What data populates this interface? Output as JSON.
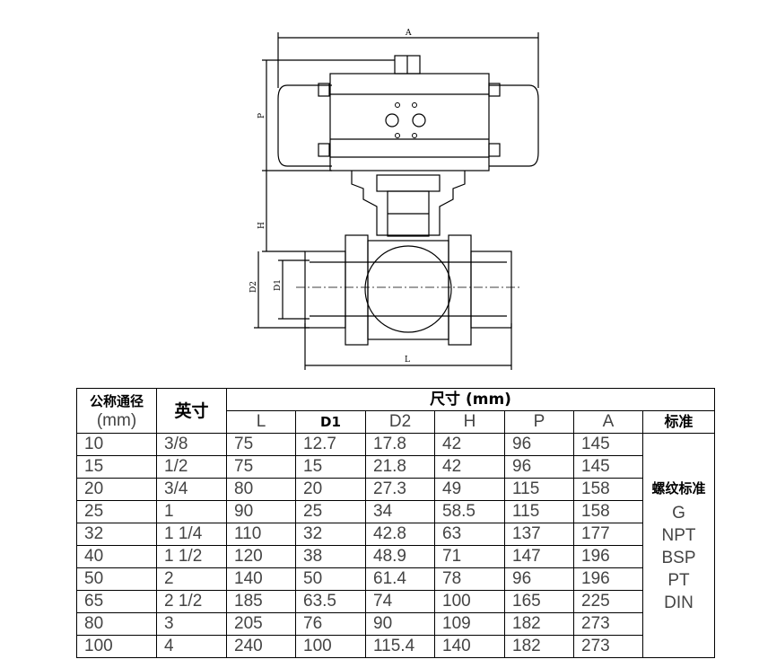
{
  "drawing": {
    "dimension_labels": {
      "A": "A",
      "P": "P",
      "H": "H",
      "D2": "D2",
      "D1": "D1",
      "L": "L"
    }
  },
  "table": {
    "header": {
      "nominal": "公称通径",
      "nominal_unit": "(mm)",
      "inch": "英寸",
      "size": "尺寸 (mm)",
      "standard": "标准",
      "columns": [
        "L",
        "D1",
        "D2",
        "H",
        "P",
        "A"
      ]
    },
    "rows": [
      {
        "dn": "10",
        "inch": "3/8",
        "L": "75",
        "D1": "12.7",
        "D2": "17.8",
        "H": "42",
        "P": "96",
        "A": "145"
      },
      {
        "dn": "15",
        "inch": "1/2",
        "L": "75",
        "D1": "15",
        "D2": "21.8",
        "H": "42",
        "P": "96",
        "A": "145"
      },
      {
        "dn": "20",
        "inch": "3/4",
        "L": "80",
        "D1": "20",
        "D2": "27.3",
        "H": "49",
        "P": "115",
        "A": "158"
      },
      {
        "dn": "25",
        "inch": "1",
        "L": "90",
        "D1": "25",
        "D2": "34",
        "H": "58.5",
        "P": "115",
        "A": "158"
      },
      {
        "dn": "32",
        "inch": "1 1/4",
        "L": "110",
        "D1": "32",
        "D2": "42.8",
        "H": "63",
        "P": "137",
        "A": "177"
      },
      {
        "dn": "40",
        "inch": "1 1/2",
        "L": "120",
        "D1": "38",
        "D2": "48.9",
        "H": "71",
        "P": "147",
        "A": "196"
      },
      {
        "dn": "50",
        "inch": "2",
        "L": "140",
        "D1": "50",
        "D2": "61.4",
        "H": "78",
        "P": "96",
        "A": "196"
      },
      {
        "dn": "65",
        "inch": "2 1/2",
        "L": "185",
        "D1": "63.5",
        "D2": "74",
        "H": "100",
        "P": "165",
        "A": "225"
      },
      {
        "dn": "80",
        "inch": "3",
        "L": "205",
        "D1": "76",
        "D2": "90",
        "H": "109",
        "P": "182",
        "A": "273"
      },
      {
        "dn": "100",
        "inch": "4",
        "L": "240",
        "D1": "100",
        "D2": "115.4",
        "H": "140",
        "P": "182",
        "A": "273"
      }
    ],
    "thread_standard": {
      "title": "螺纹标准",
      "items": [
        "G",
        "NPT",
        "BSP",
        "PT",
        "DIN"
      ]
    }
  }
}
